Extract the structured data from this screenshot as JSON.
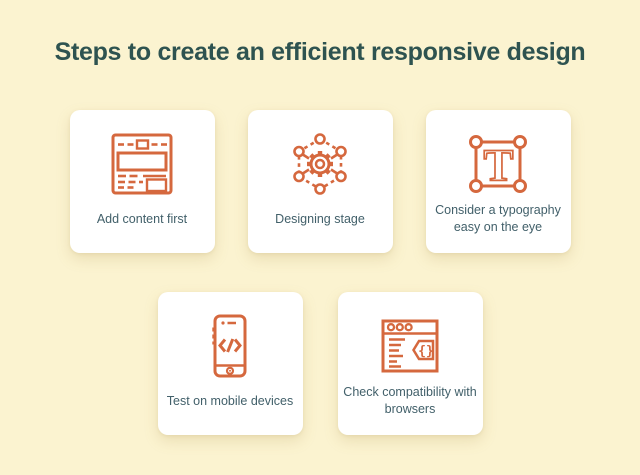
{
  "page": {
    "title": "Steps to create an efficient responsive design",
    "background_color": "#fbf3d0",
    "title_color": "#2e5350"
  },
  "colors": {
    "accent_orange": "#d5683e",
    "card_background": "#ffffff",
    "label_color": "#42606a"
  },
  "cards": [
    {
      "label": "Add content first",
      "icon": "webpage-wireframe-icon",
      "row": 1
    },
    {
      "label": "Designing stage",
      "icon": "design-network-gear-icon",
      "row": 1
    },
    {
      "label": "Consider a typography easy on the eye",
      "icon": "typography-frame-icon",
      "row": 1
    },
    {
      "label": "Test on mobile devices",
      "icon": "mobile-code-icon",
      "row": 2
    },
    {
      "label": "Check compatibility with browsers",
      "icon": "browser-code-icon",
      "row": 2
    }
  ],
  "icon_glyphs": {
    "braces": "{}",
    "typography_letter": "T"
  }
}
